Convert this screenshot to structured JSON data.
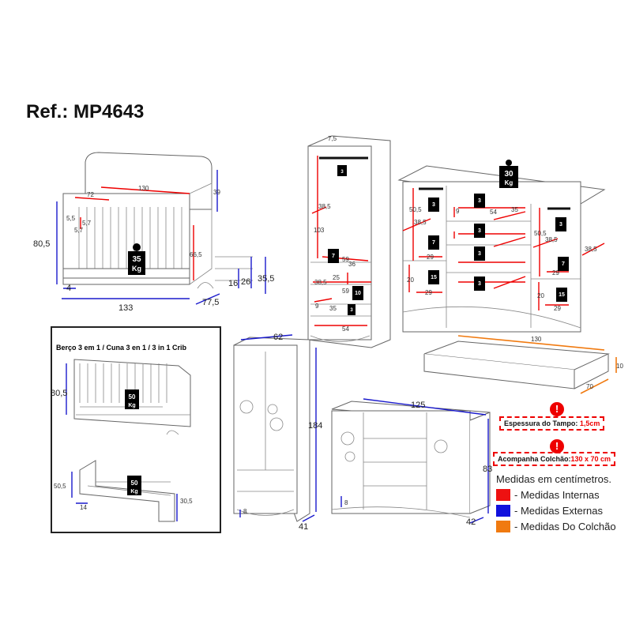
{
  "title": "Ref.: MP4643",
  "crib": {
    "width_top": "130",
    "depth_top": "39",
    "inner_w": "72",
    "a": "5,5",
    "b": "5,7",
    "c": "5,7",
    "inner_h": "66,5",
    "height": "80,5",
    "foot": "4",
    "width": "133",
    "depth": "77,5",
    "h16": "16",
    "h26": "26",
    "h35": "35,5",
    "weight": "35",
    "unit": "Kg"
  },
  "inset": {
    "title": "Berço 3 em 1 / Cuna 3 en 1 / 3 in 1 Crib",
    "h1": "80,5",
    "w1": "50",
    "h2": "50,5",
    "f2": "14",
    "h3": "30,5",
    "w2": "50",
    "unit": "Kg"
  },
  "wardrobe_inner": {
    "top": "7,5",
    "depth": "38,5",
    "h103": "103",
    "w59": "59",
    "d36": "36",
    "d2": "38,5",
    "h25": "25",
    "w59b": "59",
    "h9": "9",
    "d35": "35",
    "w54": "54",
    "weights": [
      "3",
      "7",
      "10",
      "3"
    ]
  },
  "dresser_inner": {
    "top_weight": "30",
    "h50": "50,5",
    "d38": "38,5",
    "w29": "29",
    "h20": "20",
    "w29b": "29",
    "drawer_h": "9",
    "drawer_w": "54",
    "drawer_d": "35",
    "h50r": "50,5",
    "d38r": "38,5",
    "d38o": "38,5",
    "w29r": "29",
    "h20r": "20",
    "w29rb": "29",
    "weights": [
      "3",
      "7",
      "15",
      "3",
      "3",
      "3",
      "3",
      "3",
      "7",
      "15"
    ]
  },
  "mattress": {
    "length": "130",
    "height": "10",
    "width": "70"
  },
  "wardrobe": {
    "width": "62",
    "height": "184",
    "depth": "41",
    "foot": "8"
  },
  "dresser": {
    "width": "125",
    "height": "83",
    "depth": "42",
    "foot": "8"
  },
  "notes": {
    "top_label": "Espessura do Tampo:",
    "top_value": "1,5cm",
    "mattress_label": "Acompanha Colchão:",
    "mattress_value": "130 x 70 cm"
  },
  "legend": {
    "title": "Medidas em centímetros.",
    "items": [
      {
        "label": "- Medidas Internas",
        "color": "#ee1111"
      },
      {
        "label": "- Medidas Externas",
        "color": "#1111dd"
      },
      {
        "label": "- Medidas Do Colchão",
        "color": "#f07a10"
      }
    ]
  }
}
